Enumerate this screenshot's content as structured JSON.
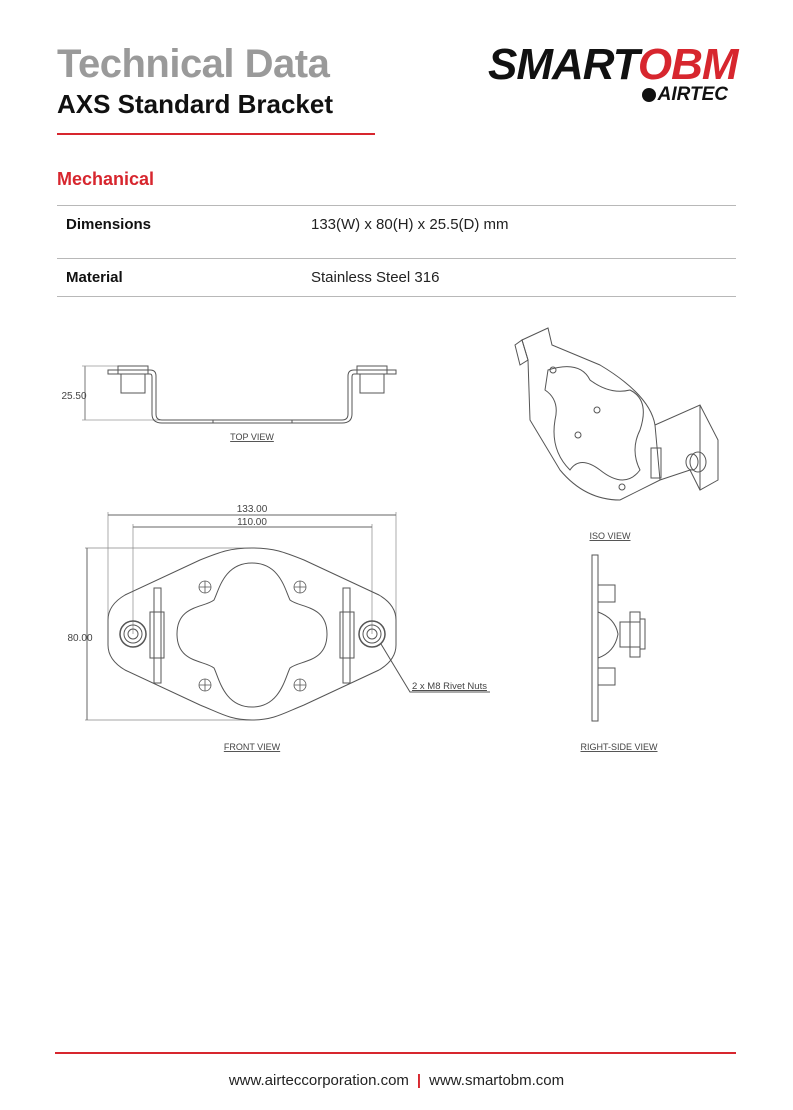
{
  "header": {
    "title": "Technical Data",
    "subtitle": "AXS Standard Bracket"
  },
  "logo": {
    "primary_dark": "SMART",
    "primary_red": "OBM",
    "secondary": "AIRTEC"
  },
  "section": {
    "title": "Mechanical"
  },
  "specs": [
    {
      "label": "Dimensions",
      "value": "133(W) x 80(H) x 25.5(D) mm"
    },
    {
      "label": "Material",
      "value": "Stainless Steel 316"
    }
  ],
  "drawing": {
    "top_view": {
      "caption": "TOP VIEW",
      "depth_dim": "25.50"
    },
    "front_view": {
      "caption": "FRONT VIEW",
      "width_dim": "133.00",
      "hole_spacing_dim": "110.00",
      "height_dim": "80.00",
      "callout": "2 x M8 Rivet Nuts"
    },
    "iso_view": {
      "caption": "ISO VIEW"
    },
    "right_side_view": {
      "caption": "RIGHT-SIDE VIEW"
    }
  },
  "footer": {
    "link1": "www.airteccorporation.com",
    "separator": "|",
    "link2": "www.smartobm.com"
  },
  "colors": {
    "accent": "#d7262e",
    "title_gray": "#9a9a9a"
  }
}
